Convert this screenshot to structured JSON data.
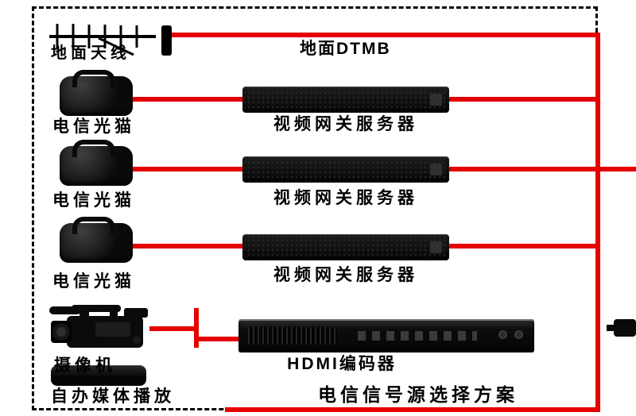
{
  "labels": {
    "antenna": "地面天线",
    "dtmb": "地面DTMB",
    "camera": "摄像机",
    "encoder": "HDMI编码器",
    "media_player": "自办媒体播放",
    "title": "电信信号源选择方案"
  },
  "rows": [
    {
      "modem_label": "电信光猫",
      "server_label": "视频网关服务器"
    },
    {
      "modem_label": "电信光猫",
      "server_label": "视频网关服务器"
    },
    {
      "modem_label": "电信光猫",
      "server_label": "视频网关服务器"
    }
  ],
  "colors": {
    "connection_line": "#e60000",
    "device_black": "#0a0a0a"
  }
}
